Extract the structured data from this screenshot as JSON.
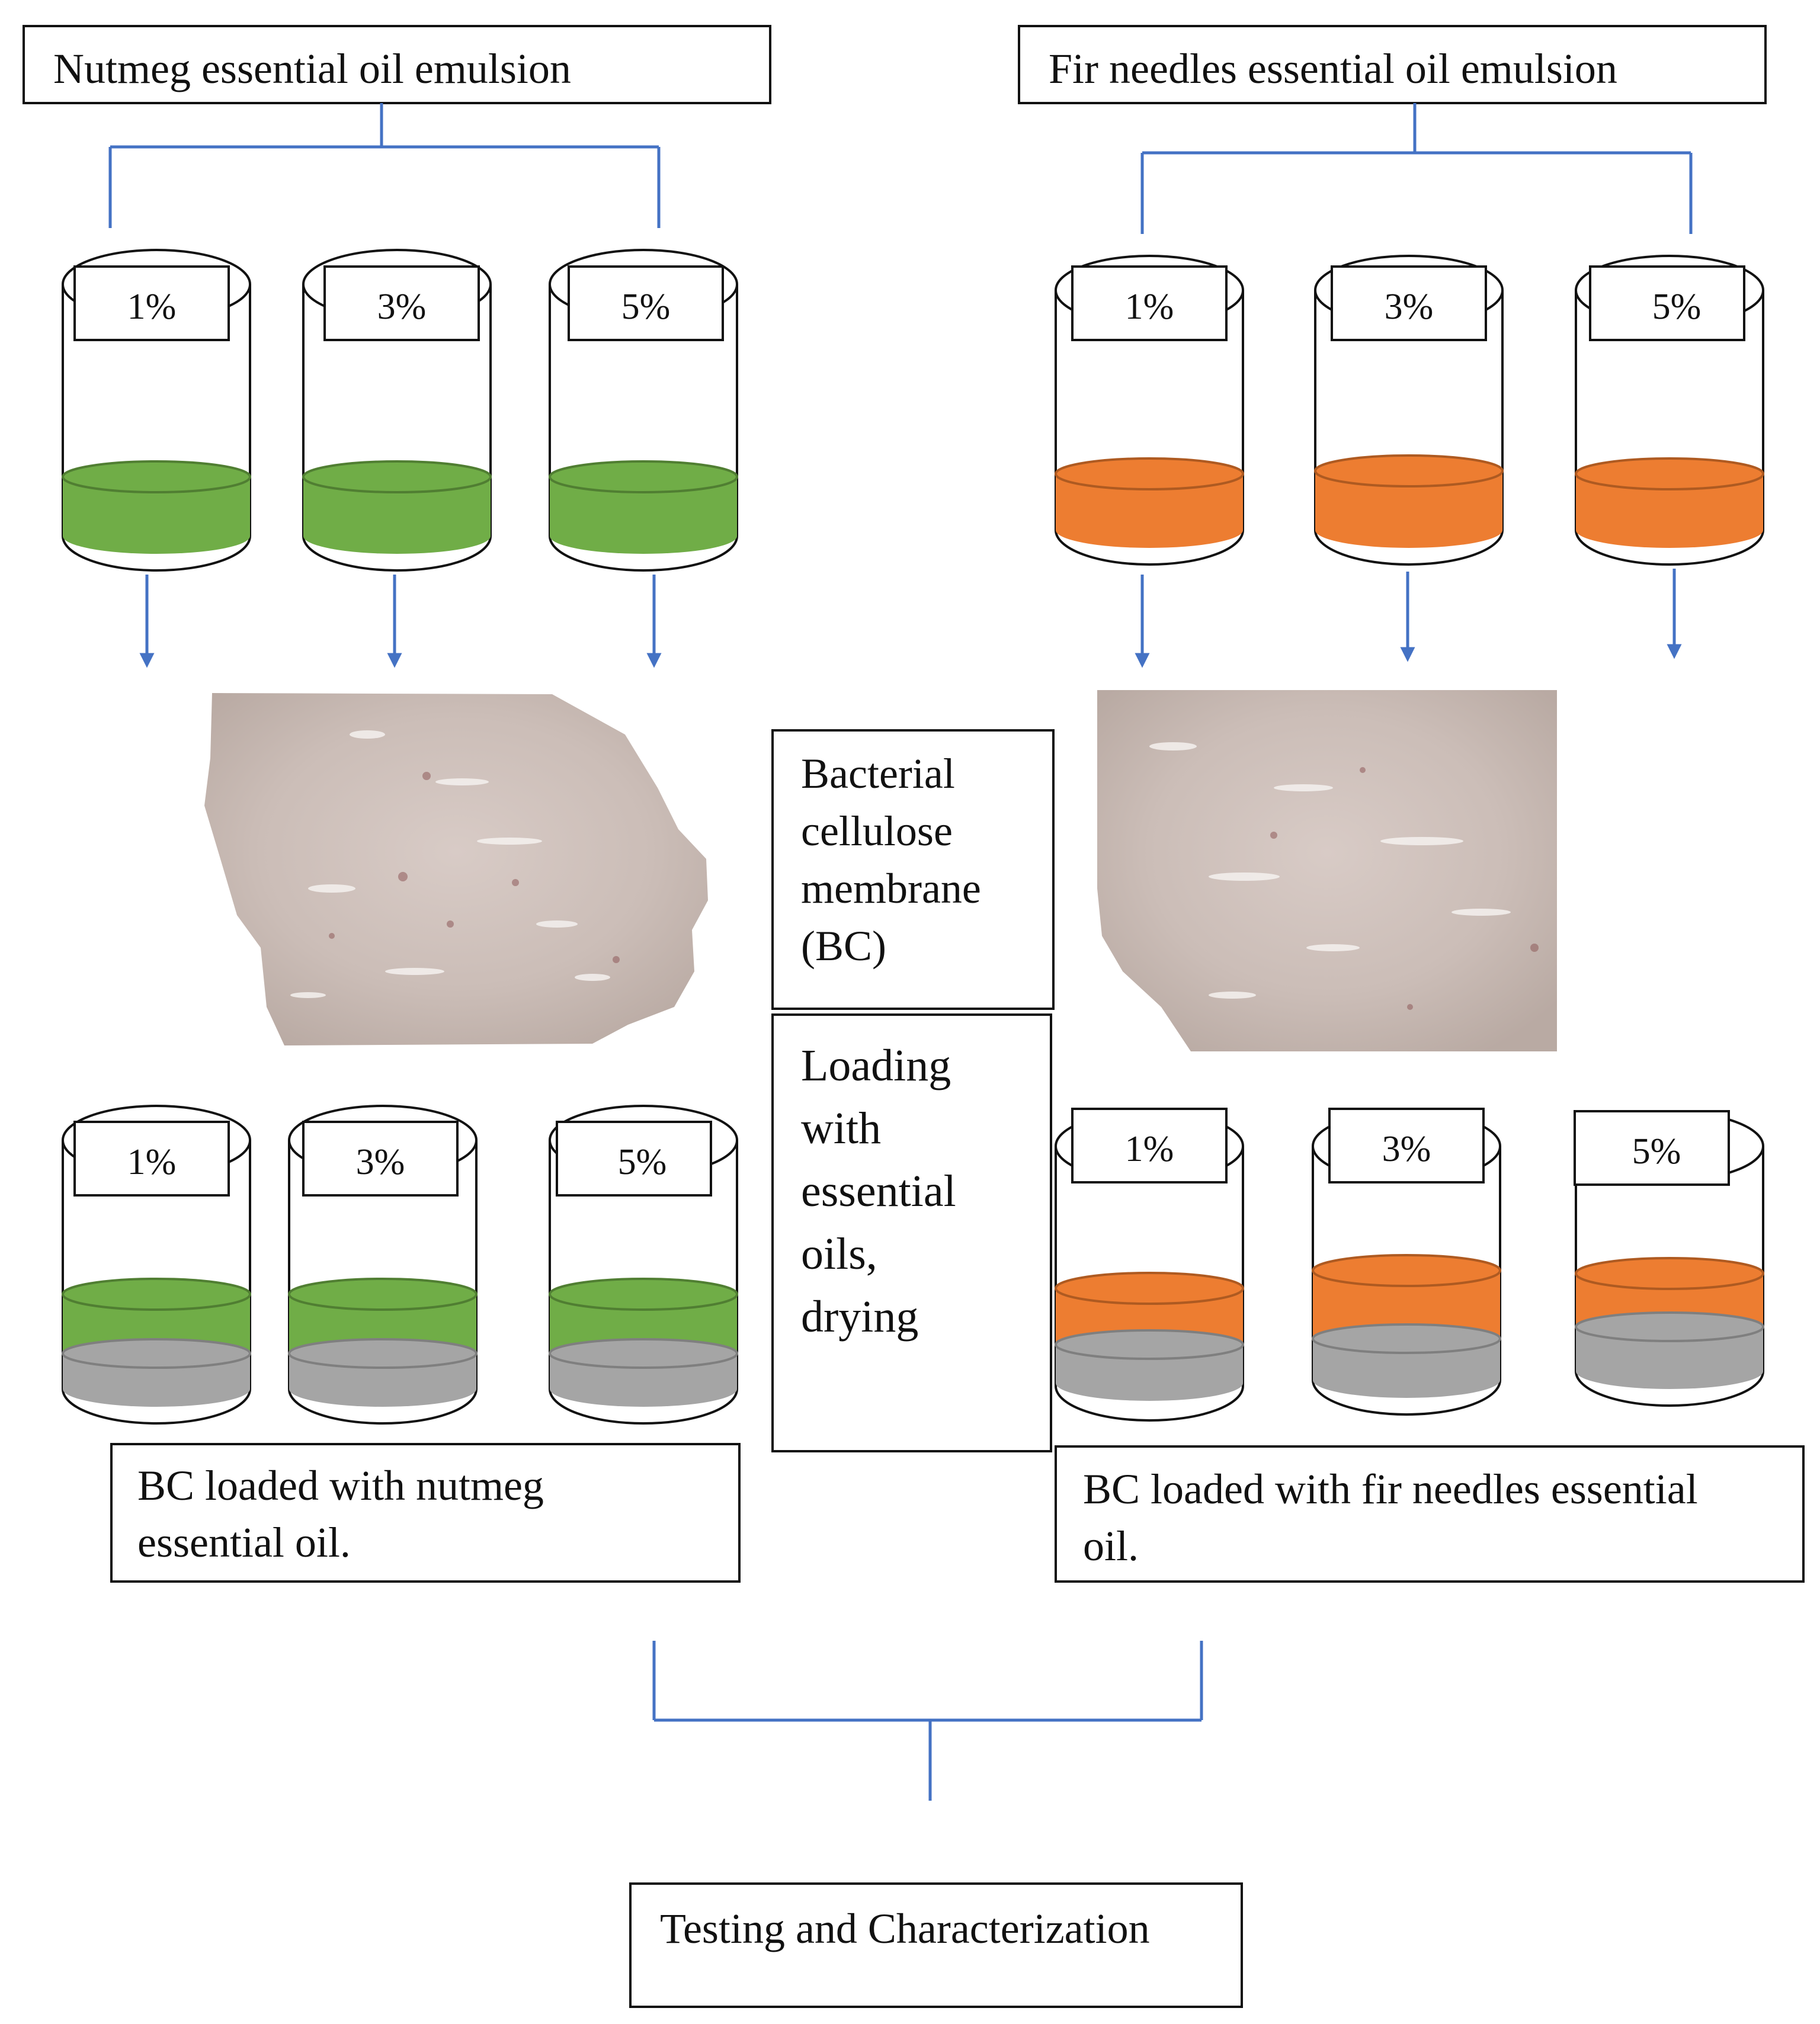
{
  "groups": [
    {
      "title": "Nutmeg essential oil emulsion",
      "liquid_color": "#70ad47",
      "liquid_edge": "#507e32",
      "concentrations": [
        "1%",
        "3%",
        "5%"
      ],
      "result": "BC loaded with nutmeg essential oil."
    },
    {
      "title": "Fir needles essential oil emulsion",
      "liquid_color": "#ed7d31",
      "liquid_edge": "#ae5a21",
      "concentrations": [
        "1%",
        "3%",
        "5%"
      ],
      "result": "BC loaded with fir needles essential oil."
    }
  ],
  "center": {
    "membrane_lines": [
      "Bacterial",
      "cellulose",
      "membrane",
      "(BC)"
    ],
    "process_lines": [
      "Loading",
      "with",
      "essential",
      "oils,",
      "drying"
    ]
  },
  "final": "Testing and Characterization",
  "colors": {
    "connector": "#4472c4",
    "membrane_base": "#d2c4bf",
    "membrane_layer": "#a5a5a5"
  }
}
